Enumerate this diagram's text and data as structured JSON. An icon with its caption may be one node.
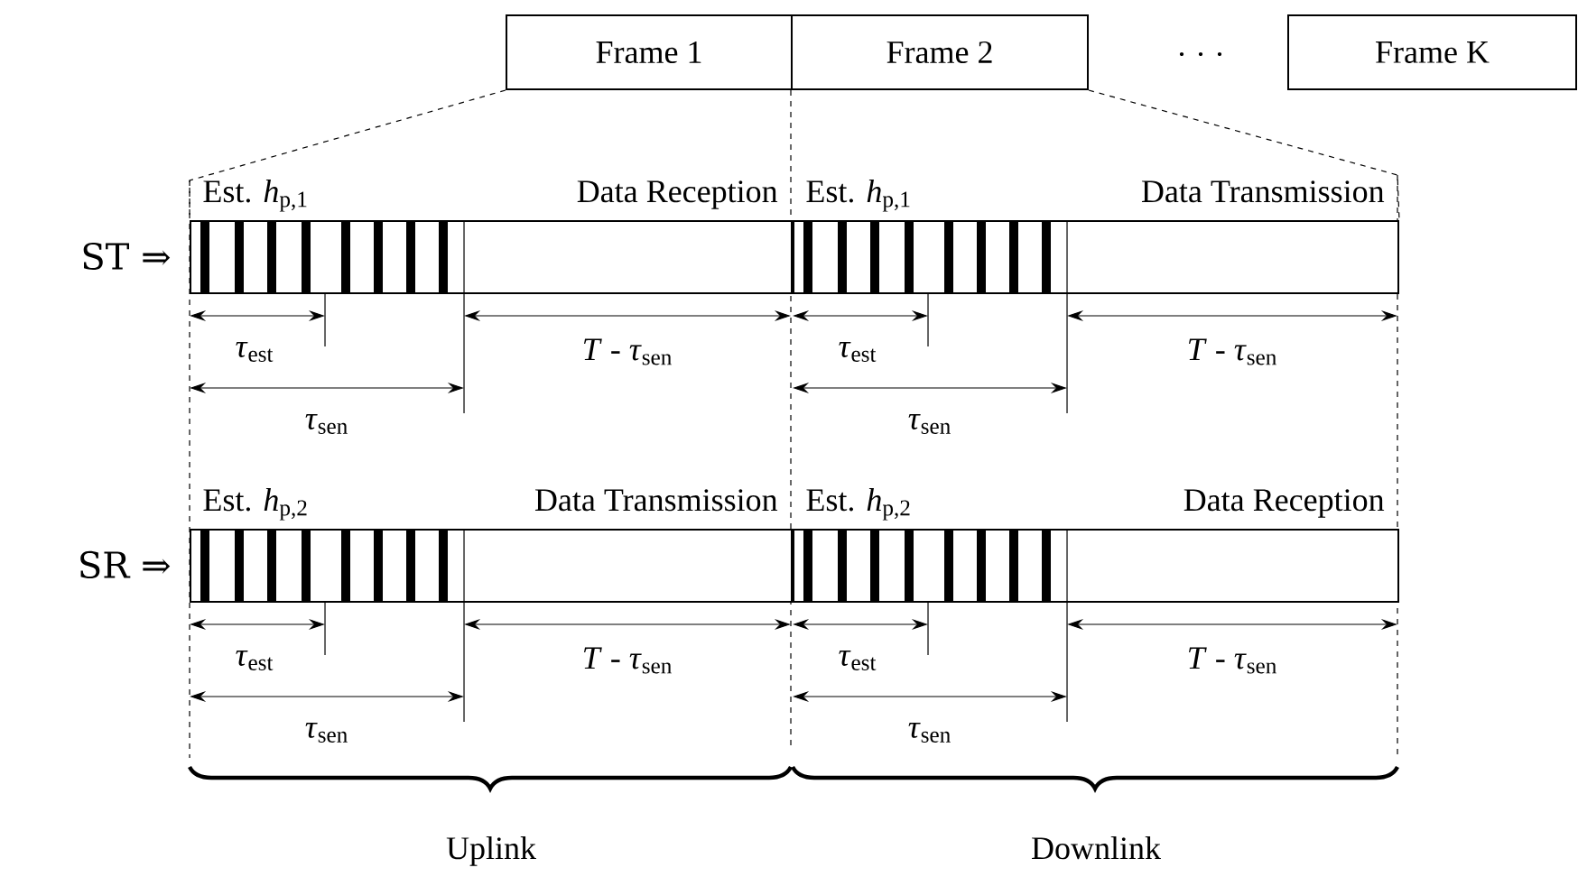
{
  "diagram": {
    "nodes": [
      {
        "text": [
          "Frame 1"
        ]
      },
      {
        "text": [
          "Frame 2"
        ]
      },
      {
        "text": [
          "Frame K"
        ]
      },
      {
        "text": [
          "Est. *h*$_{p,1}$",
          "Data Reception"
        ]
      },
      {
        "text": [
          "Est. *h*$_{p,1}$",
          "Data Transmission"
        ]
      },
      {
        "text": [
          "Est. *h*$_{p,2}$",
          "Data Transmission"
        ]
      },
      {
        "text": [
          "Est. *h*$_{p,2}$",
          "Data Reception"
        ]
      }
    ],
    "edges": [
      {
        "from": 0,
        "to": 3,
        "arrow": "none",
        "style": "dashed"
      },
      {
        "from": 1,
        "to": 4,
        "arrow": "none",
        "style": "dashed"
      }
    ],
    "labels": [
      ". . .",
      "ST ⇒",
      "*τ*$_{est}$",
      "*T* - *τ*$_{sen}$",
      "*τ*$_{est}$",
      "*T* - *τ*$_{sen}$",
      "*τ*$_{sen}$",
      "*τ*$_{sen}$",
      "SR ⇒",
      "*τ*$_{est}$",
      "*T* - *τ*$_{sen}$",
      "*τ*$_{est}$",
      "*T* - *τ*$_{sen}$",
      "*τ*$_{sen}$",
      "*τ*$_{sen}$",
      "Uplink",
      "Downlink"
    ]
  }
}
